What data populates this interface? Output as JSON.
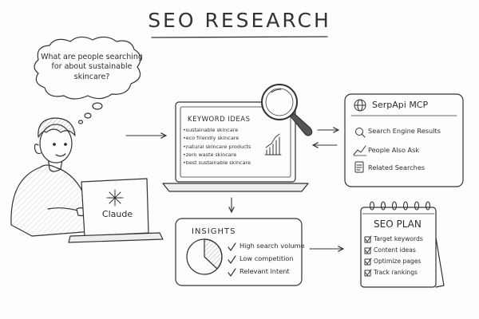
{
  "title": "SEO RESEARCH",
  "thought_bubble": {
    "text": "What are people searching for about sustainable skincare?"
  },
  "laptop": {
    "brand": "Claude"
  },
  "keyword_panel": {
    "heading": "KEYWORD IDEAS",
    "items": [
      "sustainable skincare",
      "eco friendly skincare",
      "natural skincare products",
      "zero waste skincare",
      "best sustainable skincare"
    ]
  },
  "serpapi_panel": {
    "heading": "SerpApi MCP",
    "items": [
      "Search Engine Results",
      "People Also Ask",
      "Related Searches"
    ],
    "icons": [
      "search-icon",
      "trend-icon",
      "document-icon"
    ]
  },
  "insights_panel": {
    "heading": "INSIGHTS",
    "items": [
      "High search volume",
      "Low competition",
      "Relevant intent"
    ]
  },
  "seo_plan": {
    "heading": "SEO PLAN",
    "items": [
      "Target keywords",
      "Content ideas",
      "Optimize pages",
      "Track rankings"
    ]
  },
  "colors": {
    "ink": "#333333",
    "paper": "#fdfdfb",
    "shade": "#b5b5b5"
  }
}
